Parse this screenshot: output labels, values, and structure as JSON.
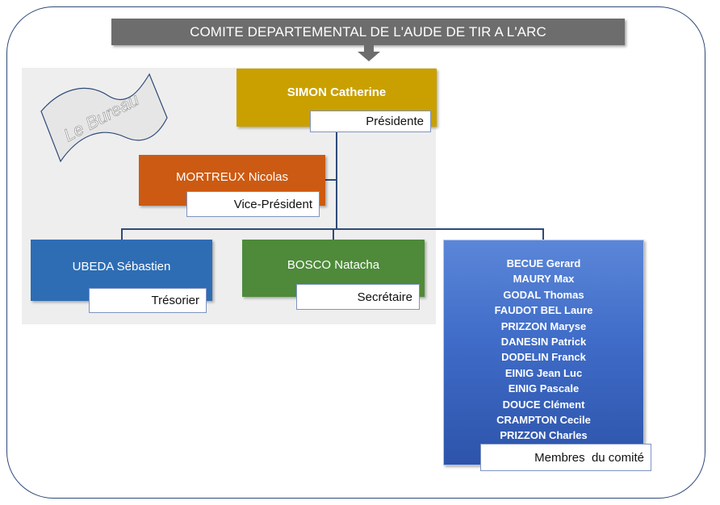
{
  "title": "COMITE DEPARTEMENTAL DE L'AUDE DE TIR A L'ARC",
  "bureau_label": "Le Bureau",
  "colors": {
    "banner": "#6d6d6d",
    "president": "#c9a000",
    "vice_president": "#cc5a12",
    "treasurer": "#2e6db4",
    "secretary": "#4e8a3a",
    "members": "#3f6cc8",
    "lines": "#2f4a78"
  },
  "president": {
    "name": "SIMON Catherine",
    "role": "Présidente"
  },
  "vice_president": {
    "name": "MORTREUX Nicolas",
    "role": "Vice-Président"
  },
  "treasurer": {
    "name": "UBEDA Sébastien",
    "role": "Trésorier"
  },
  "secretary": {
    "name": "BOSCO Natacha",
    "role": "Secrétaire"
  },
  "members": {
    "role": "Membres  du comité",
    "names": [
      "BECUE Gerard",
      "MAURY Max",
      "GODAL Thomas",
      "FAUDOT BEL Laure",
      "PRIZZON Maryse",
      "DANESIN Patrick",
      "DODELIN Franck",
      "EINIG Jean Luc",
      "EINIG Pascale",
      "DOUCE Clément",
      "CRAMPTON Cecile",
      "PRIZZON Charles"
    ]
  }
}
